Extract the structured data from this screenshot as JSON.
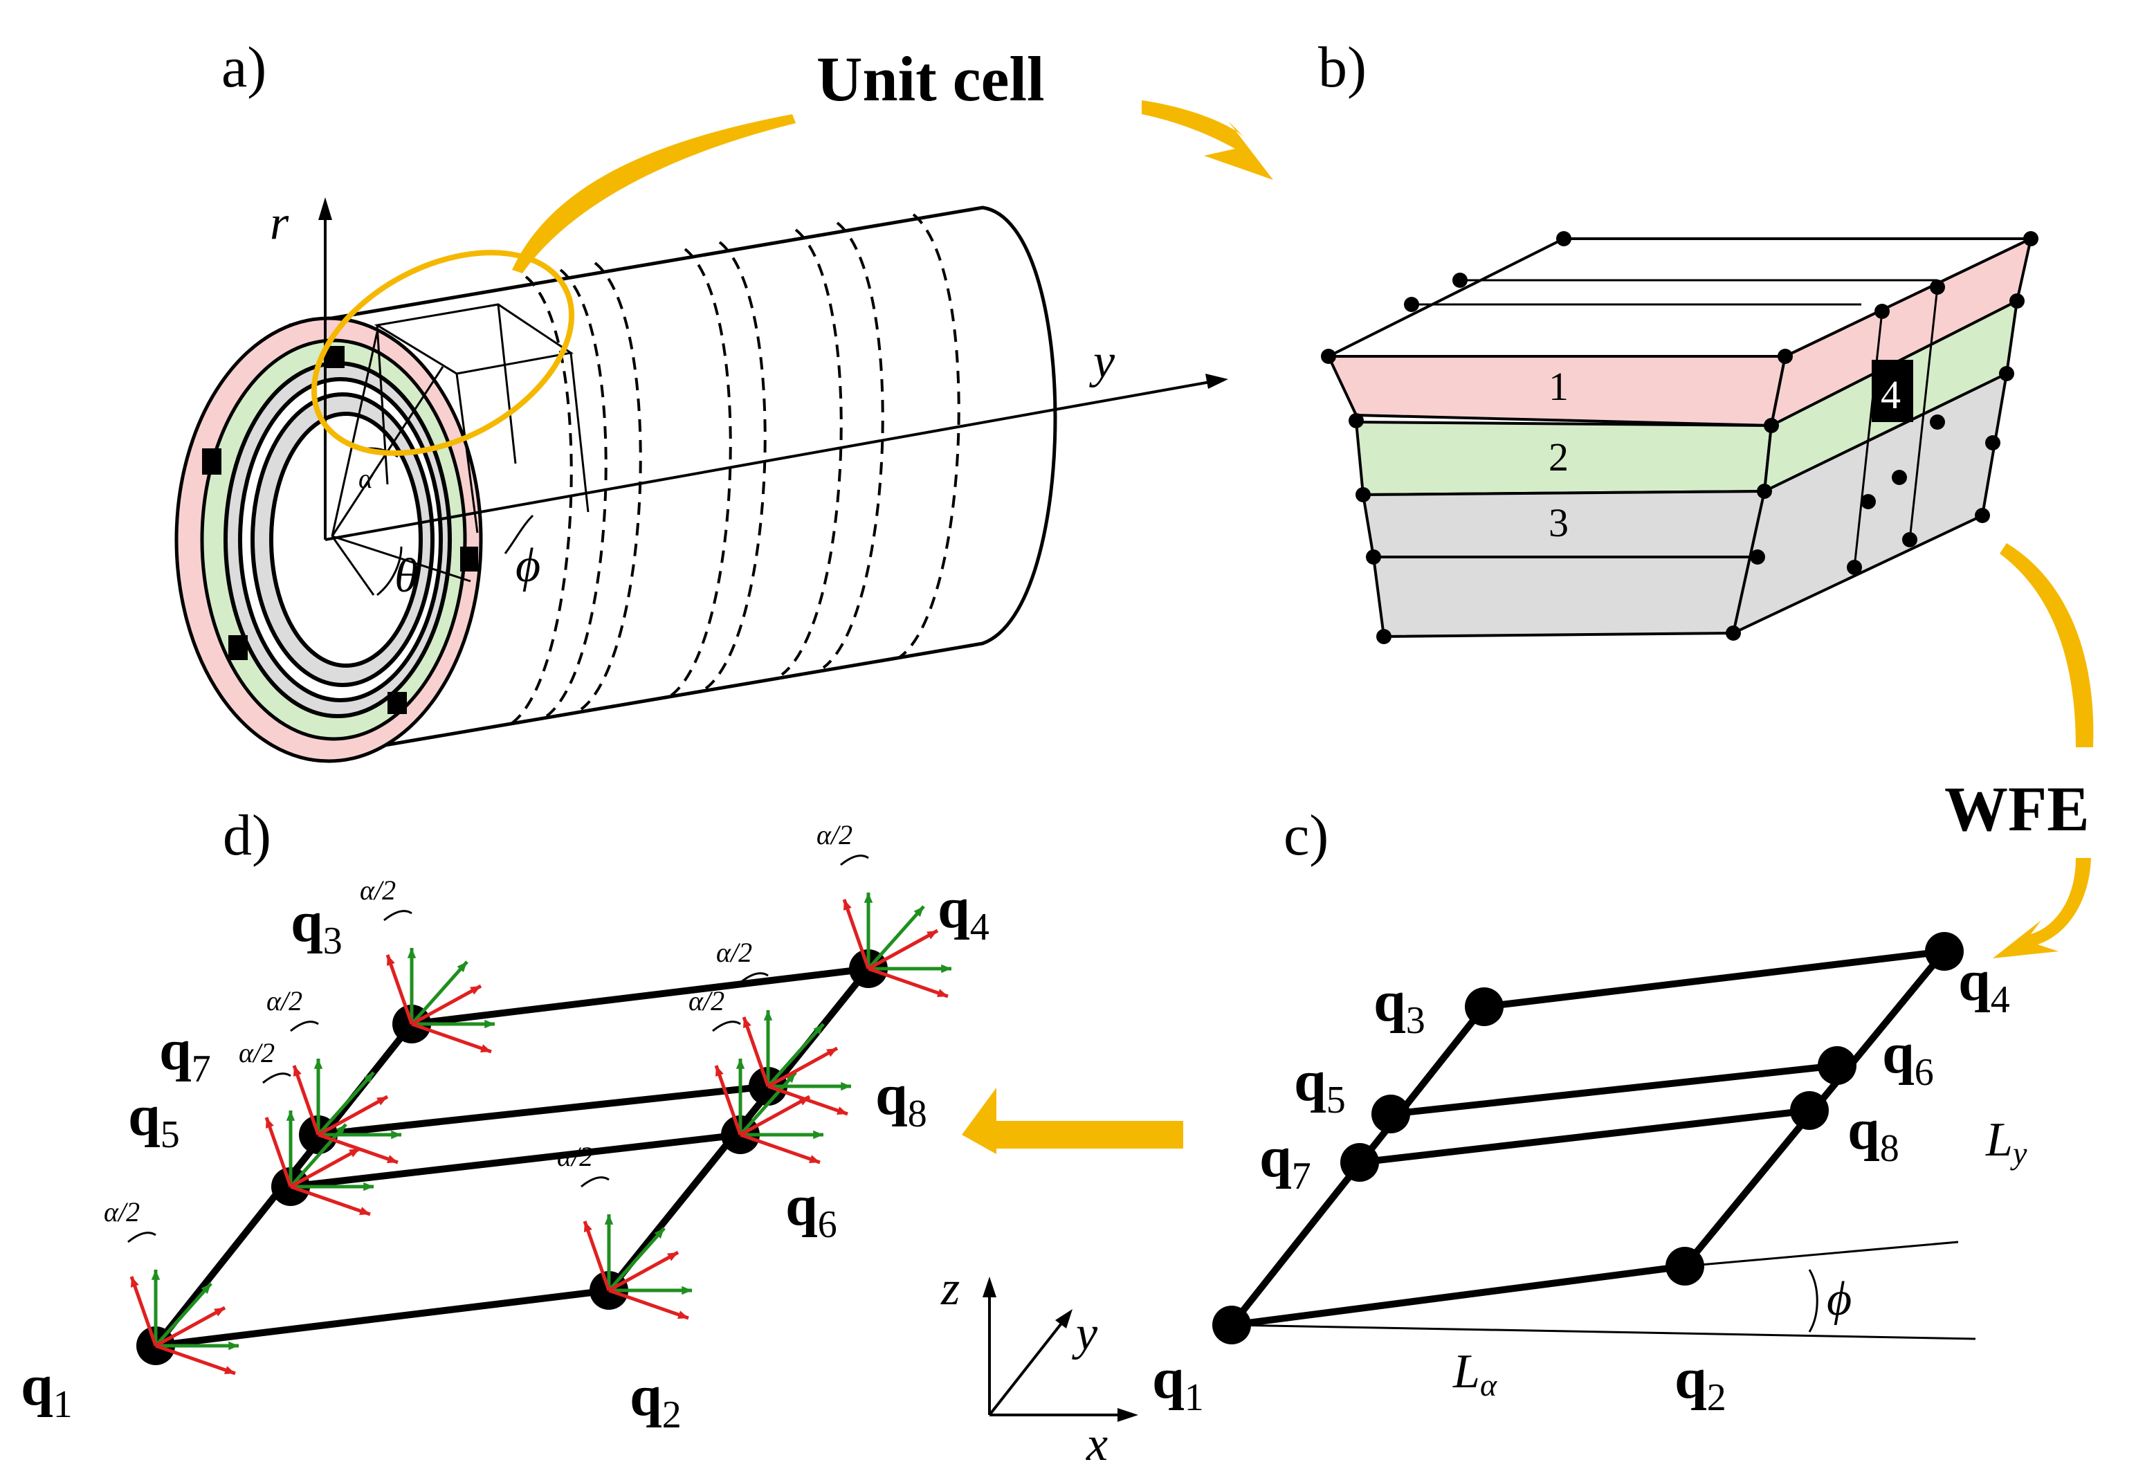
{
  "panels": {
    "a": "a)",
    "b": "b)",
    "c": "c)",
    "d": "d)"
  },
  "callouts": {
    "unit_cell": "Unit cell",
    "wfe": "WFE"
  },
  "axes_cylinder": {
    "r": "r",
    "y": "y",
    "alpha": "α",
    "theta": "θ",
    "phi": "ϕ"
  },
  "layers": [
    "1",
    "2",
    "3",
    "4"
  ],
  "layer_colors": {
    "layer1": "#f9d0d0",
    "layer2": "#d5ecc8",
    "layer3": "#dcdcdc",
    "layer4": "#000000"
  },
  "nodes": [
    {
      "q": "q",
      "sub": "1"
    },
    {
      "q": "q",
      "sub": "2"
    },
    {
      "q": "q",
      "sub": "3"
    },
    {
      "q": "q",
      "sub": "4"
    },
    {
      "q": "q",
      "sub": "5"
    },
    {
      "q": "q",
      "sub": "6"
    },
    {
      "q": "q",
      "sub": "7"
    },
    {
      "q": "q",
      "sub": "8"
    }
  ],
  "panel_c": {
    "L_alpha": "L",
    "L_alpha_sub": "α",
    "L_y": "L",
    "L_y_sub": "y",
    "phi": "ϕ"
  },
  "panel_d": {
    "half_angle": "α/2"
  },
  "triad": {
    "x": "x",
    "y": "y",
    "z": "z"
  },
  "colors": {
    "accent": "#f5b800",
    "red_vector": "#e02020",
    "green_vector": "#1f8f1f"
  }
}
